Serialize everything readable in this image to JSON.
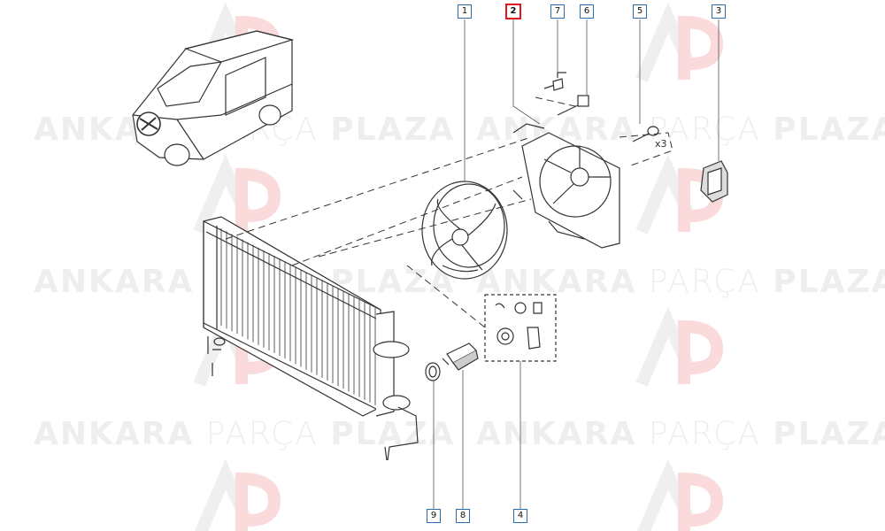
{
  "watermark": {
    "word1": "ANKARA",
    "word2": "PARÇA",
    "word3": "PLAZA",
    "logo_monogram": "AP",
    "brand_color": "#e0141e"
  },
  "callouts": [
    {
      "id": "c1",
      "label": "1",
      "highlight": false
    },
    {
      "id": "c2",
      "label": "2",
      "highlight": true
    },
    {
      "id": "c7",
      "label": "7",
      "highlight": false
    },
    {
      "id": "c6",
      "label": "6",
      "highlight": false
    },
    {
      "id": "c5",
      "label": "5",
      "highlight": false
    },
    {
      "id": "c3",
      "label": "3",
      "highlight": false
    },
    {
      "id": "c9",
      "label": "9",
      "highlight": false
    },
    {
      "id": "c8",
      "label": "8",
      "highlight": false
    },
    {
      "id": "c4",
      "label": "4",
      "highlight": false
    }
  ],
  "quantity_note": "x3",
  "colors": {
    "line": "#333333",
    "callout_border": "#2b6cb0",
    "highlight_border": "#e0141e"
  }
}
